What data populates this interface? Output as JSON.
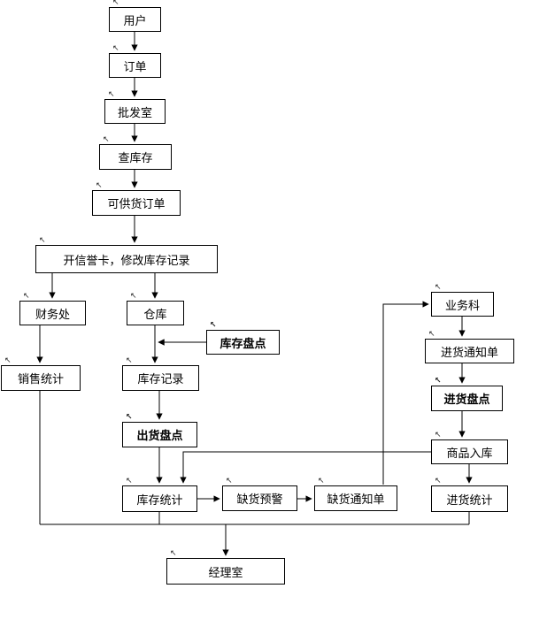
{
  "diagram": {
    "type": "flowchart",
    "language": "zh-CN",
    "colors": {
      "background": "#ffffff",
      "box_border": "#000000",
      "box_fill": "#ffffff",
      "line": "#000000",
      "text": "#000000"
    }
  },
  "icons": {
    "anchor": "↖"
  },
  "nodes": {
    "user": {
      "label": "用户",
      "bold": false
    },
    "order": {
      "label": "订单",
      "bold": false
    },
    "wholesale": {
      "label": "批发室",
      "bold": false
    },
    "check_stock": {
      "label": "查库存",
      "bold": false
    },
    "available_order": {
      "label": "可供货订单",
      "bold": false
    },
    "credit_card": {
      "label": "开信誉卡，修改库存记录",
      "bold": false
    },
    "finance": {
      "label": "财务处",
      "bold": false
    },
    "warehouse": {
      "label": "仓库",
      "bold": false
    },
    "stock_count": {
      "label": "库存盘点",
      "bold": true
    },
    "sales_stats": {
      "label": "销售统计",
      "bold": false
    },
    "stock_record": {
      "label": "库存记录",
      "bold": false
    },
    "outbound_count": {
      "label": "出货盘点",
      "bold": true
    },
    "business": {
      "label": "业务科",
      "bold": false
    },
    "purchase_notice": {
      "label": "进货通知单",
      "bold": false
    },
    "purchase_count": {
      "label": "进货盘点",
      "bold": true
    },
    "goods_inbound": {
      "label": "商品入库",
      "bold": false
    },
    "stock_stats": {
      "label": "库存统计",
      "bold": false
    },
    "shortage_warning": {
      "label": "缺货预警",
      "bold": false
    },
    "shortage_notice": {
      "label": "缺货通知单",
      "bold": false
    },
    "purchase_stats": {
      "label": "进货统计",
      "bold": false
    },
    "manager": {
      "label": "经理室",
      "bold": false
    }
  },
  "edges": [
    "用户→订单",
    "订单→批发室",
    "批发室→查库存",
    "查库存→可供货订单",
    "可供货订单→开信誉卡，修改库存记录",
    "开信誉卡，修改库存记录→财务处",
    "开信誉卡，修改库存记录→仓库",
    "财务处→销售统计",
    "仓库→库存记录",
    "库存盘点→库存记录",
    "库存记录→出货盘点",
    "出货盘点→库存统计",
    "库存统计→缺货预警",
    "缺货预警→缺货通知单",
    "缺货通知单→业务科",
    "业务科→进货通知单",
    "进货通知单→进货盘点",
    "进货盘点→商品入库",
    "商品入库→进货统计",
    "商品入库→库存统计",
    "销售统计→经理室",
    "库存统计→经理室",
    "进货统计→经理室"
  ]
}
